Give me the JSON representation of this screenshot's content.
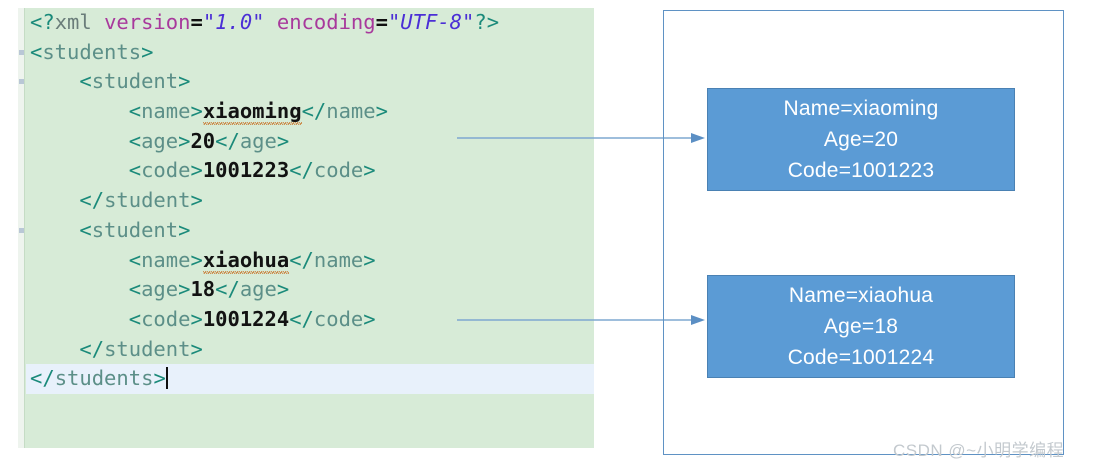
{
  "editor": {
    "name": "xml-code-editor",
    "background_color": "#d7ebd7",
    "current_line_color": "#e8f1fb",
    "lines": [
      {
        "id": "line-declaration",
        "segments": [
          {
            "t": "<?",
            "k": "punct"
          },
          {
            "t": "xml",
            "k": "pi"
          },
          {
            "t": " ",
            "k": "plain"
          },
          {
            "t": "version",
            "k": "attr"
          },
          {
            "t": "=",
            "k": "eq"
          },
          {
            "t": "\"1.0\"",
            "k": "val"
          },
          {
            "t": " ",
            "k": "plain"
          },
          {
            "t": "encoding",
            "k": "attr"
          },
          {
            "t": "=",
            "k": "eq"
          },
          {
            "t": "\"UTF-8\"",
            "k": "val"
          },
          {
            "t": "?>",
            "k": "punct"
          }
        ]
      },
      {
        "id": "line-students-open",
        "segments": [
          {
            "t": "<",
            "k": "punct"
          },
          {
            "t": "students",
            "k": "tag"
          },
          {
            "t": ">",
            "k": "punct"
          }
        ]
      },
      {
        "id": "line-student-open-1",
        "segments": [
          {
            "t": "    ",
            "k": "plain"
          },
          {
            "t": "<",
            "k": "punct"
          },
          {
            "t": "student",
            "k": "tag"
          },
          {
            "t": ">",
            "k": "punct"
          }
        ]
      },
      {
        "id": "line-name-1",
        "segments": [
          {
            "t": "        ",
            "k": "plain"
          },
          {
            "t": "<",
            "k": "punct"
          },
          {
            "t": "name",
            "k": "tag"
          },
          {
            "t": ">",
            "k": "punct"
          },
          {
            "t": "xiaoming",
            "k": "text-misspelled"
          },
          {
            "t": "</",
            "k": "punct"
          },
          {
            "t": "name",
            "k": "tag"
          },
          {
            "t": ">",
            "k": "punct"
          }
        ]
      },
      {
        "id": "line-age-1",
        "segments": [
          {
            "t": "        ",
            "k": "plain"
          },
          {
            "t": "<",
            "k": "punct"
          },
          {
            "t": "age",
            "k": "tag"
          },
          {
            "t": ">",
            "k": "punct"
          },
          {
            "t": "20",
            "k": "text"
          },
          {
            "t": "</",
            "k": "punct"
          },
          {
            "t": "age",
            "k": "tag"
          },
          {
            "t": ">",
            "k": "punct"
          }
        ]
      },
      {
        "id": "line-code-1",
        "segments": [
          {
            "t": "        ",
            "k": "plain"
          },
          {
            "t": "<",
            "k": "punct"
          },
          {
            "t": "code",
            "k": "tag"
          },
          {
            "t": ">",
            "k": "punct"
          },
          {
            "t": "1001223",
            "k": "text"
          },
          {
            "t": "</",
            "k": "punct"
          },
          {
            "t": "code",
            "k": "tag"
          },
          {
            "t": ">",
            "k": "punct"
          }
        ]
      },
      {
        "id": "line-student-close-1",
        "segments": [
          {
            "t": "    ",
            "k": "plain"
          },
          {
            "t": "</",
            "k": "punct"
          },
          {
            "t": "student",
            "k": "tag"
          },
          {
            "t": ">",
            "k": "punct"
          }
        ]
      },
      {
        "id": "line-student-open-2",
        "segments": [
          {
            "t": "    ",
            "k": "plain"
          },
          {
            "t": "<",
            "k": "punct"
          },
          {
            "t": "student",
            "k": "tag"
          },
          {
            "t": ">",
            "k": "punct"
          }
        ]
      },
      {
        "id": "line-name-2",
        "segments": [
          {
            "t": "        ",
            "k": "plain"
          },
          {
            "t": "<",
            "k": "punct"
          },
          {
            "t": "name",
            "k": "tag"
          },
          {
            "t": ">",
            "k": "punct"
          },
          {
            "t": "xiaohua",
            "k": "text-misspelled"
          },
          {
            "t": "</",
            "k": "punct"
          },
          {
            "t": "name",
            "k": "tag"
          },
          {
            "t": ">",
            "k": "punct"
          }
        ]
      },
      {
        "id": "line-age-2",
        "segments": [
          {
            "t": "        ",
            "k": "plain"
          },
          {
            "t": "<",
            "k": "punct"
          },
          {
            "t": "age",
            "k": "tag"
          },
          {
            "t": ">",
            "k": "punct"
          },
          {
            "t": "18",
            "k": "text"
          },
          {
            "t": "</",
            "k": "punct"
          },
          {
            "t": "age",
            "k": "tag"
          },
          {
            "t": ">",
            "k": "punct"
          }
        ]
      },
      {
        "id": "line-code-2",
        "segments": [
          {
            "t": "        ",
            "k": "plain"
          },
          {
            "t": "<",
            "k": "punct"
          },
          {
            "t": "code",
            "k": "tag"
          },
          {
            "t": ">",
            "k": "punct"
          },
          {
            "t": "1001224",
            "k": "text"
          },
          {
            "t": "</",
            "k": "punct"
          },
          {
            "t": "code",
            "k": "tag"
          },
          {
            "t": ">",
            "k": "punct"
          }
        ]
      },
      {
        "id": "line-student-close-2",
        "segments": [
          {
            "t": "    ",
            "k": "plain"
          },
          {
            "t": "</",
            "k": "punct"
          },
          {
            "t": "student",
            "k": "tag"
          },
          {
            "t": ">",
            "k": "punct"
          }
        ]
      },
      {
        "id": "line-students-close",
        "current": true,
        "caret": true,
        "segments": [
          {
            "t": "</",
            "k": "punct"
          },
          {
            "t": "students",
            "k": "tag"
          },
          {
            "t": ">",
            "k": "punct"
          }
        ]
      }
    ],
    "fold_markers": [
      {
        "line": 1
      },
      {
        "line": 2
      },
      {
        "line": 7
      }
    ]
  },
  "diagram": {
    "frame_color": "#5f92c4",
    "box_fill": "#5b9bd5",
    "box_border": "#4a81b3",
    "arrow_color": "#7fa8d0",
    "boxes": [
      {
        "id": "info-box-xiaoming",
        "lines": [
          "Name=xiaoming",
          "Age=20",
          "Code=1001223"
        ]
      },
      {
        "id": "info-box-xiaohua",
        "lines": [
          "Name=xiaohua",
          "Age=18",
          "Code=1001224"
        ]
      }
    ]
  },
  "watermark": {
    "text": "CSDN @~小明学编程",
    "color": "#c3c9ce"
  }
}
